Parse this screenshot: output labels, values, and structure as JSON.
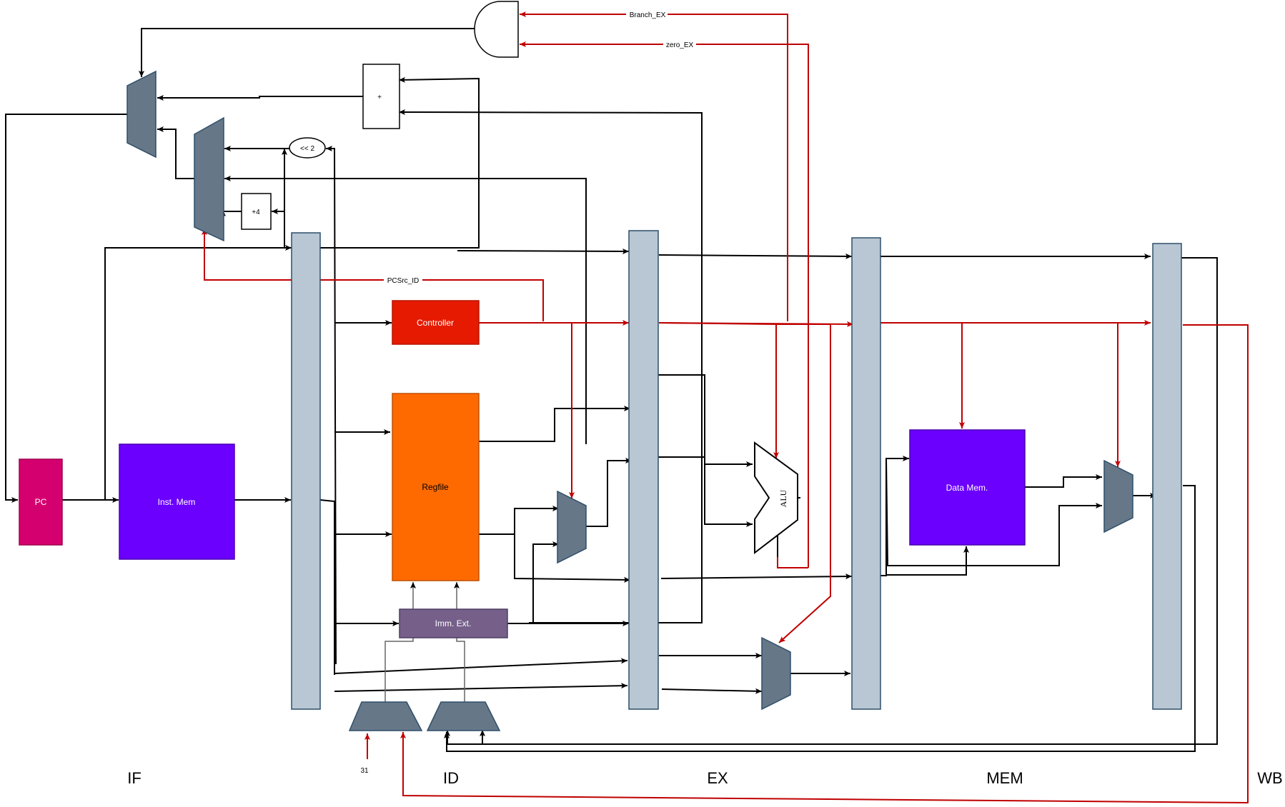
{
  "colors": {
    "control": "#c00000",
    "data": "#000000",
    "pipeline_reg": "#b8c7d3",
    "pipeline_reg_stroke": "#2f4f6a",
    "mux": "#667788",
    "pc": "#d5006f",
    "inst_mem": "#6b00ff",
    "controller": "#e61a00",
    "regfile": "#ff6a00",
    "imm_ext": "#76608a",
    "data_mem": "#6b00ff"
  },
  "blocks": {
    "pc": "PC",
    "inst_mem": "Inst. Mem",
    "controller": "Controller",
    "regfile": "Regfile",
    "imm_ext": "Imm. Ext.",
    "data_mem": "Data Mem.",
    "alu": "ALU",
    "adder_branch": "+",
    "adder_pc4": "+4",
    "shift_left": "<< 2"
  },
  "signals": {
    "branch_ex": "Branch_EX",
    "zero_ex": "zero_EX",
    "pcsrc_id": "PCSrc_ID",
    "const_31": "31"
  },
  "stages": {
    "if": "IF",
    "id": "ID",
    "ex": "EX",
    "mem": "MEM",
    "wb": "WB"
  }
}
